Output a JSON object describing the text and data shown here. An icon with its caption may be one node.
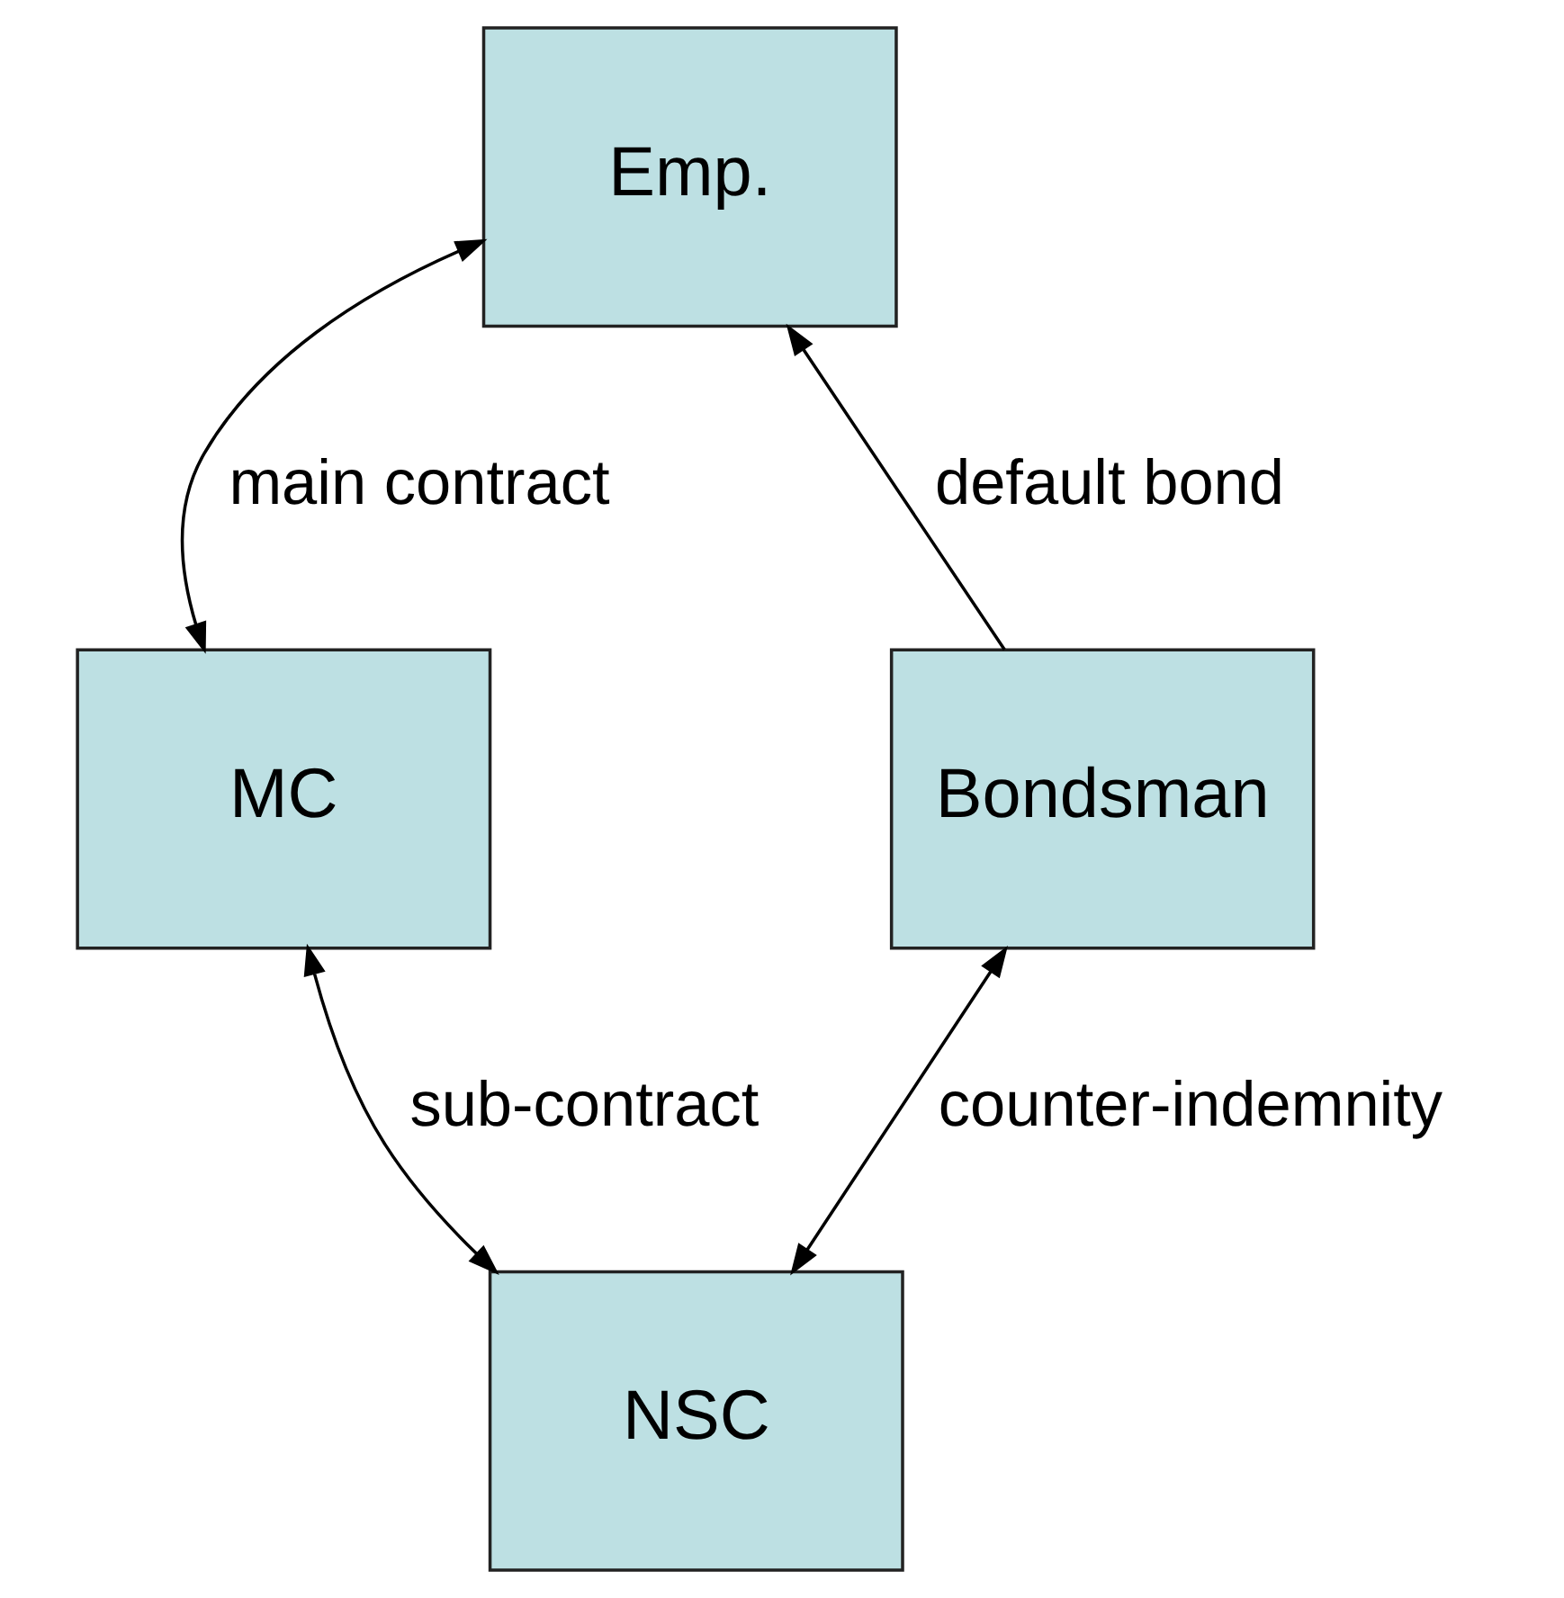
{
  "diagram": {
    "nodes": [
      {
        "text": [
          "Emp."
        ]
      },
      {
        "text": [
          "MC"
        ]
      },
      {
        "text": [
          "NSC"
        ]
      },
      {
        "text": [
          "Bondsman"
        ]
      }
    ],
    "edges": [
      {
        "from": 0,
        "to": 1,
        "arrow": "both",
        "label": "main contract"
      },
      {
        "from": 1,
        "to": 2,
        "arrow": "both",
        "label": "sub-contract"
      },
      {
        "from": 3,
        "to": 0,
        "arrow": "to",
        "label": "default bond"
      },
      {
        "from": 2,
        "to": 3,
        "arrow": "both",
        "label": "counter-indemnity"
      }
    ]
  }
}
